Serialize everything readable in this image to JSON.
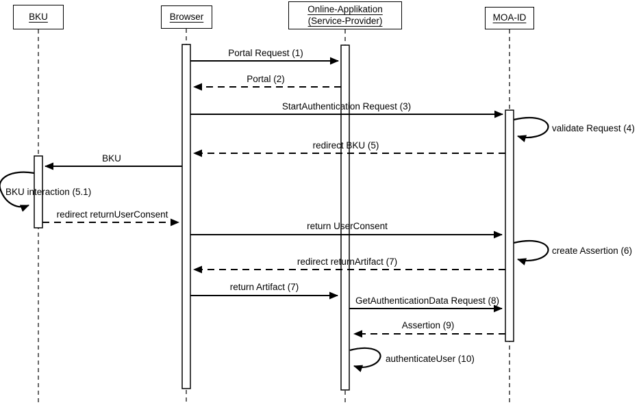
{
  "diagram_type": "uml-sequence-diagram",
  "colors": {
    "line": "#000000",
    "background": "#ffffff",
    "text": "#000000"
  },
  "actors": [
    {
      "label": "BKU"
    },
    {
      "label": "Browser"
    },
    {
      "label": "Online-Applikation (Service-Provider)"
    },
    {
      "label": "MOA-ID"
    }
  ],
  "messages": [
    {
      "label": "Portal Request (1)",
      "from": "Browser",
      "to": "Online-Applikation (Service-Provider)",
      "style": "solid"
    },
    {
      "label": "Portal (2)",
      "from": "Online-Applikation (Service-Provider)",
      "to": "Browser",
      "style": "dashed"
    },
    {
      "label": "StartAuthentication Request (3)",
      "from": "Browser",
      "to": "MOA-ID",
      "style": "solid"
    },
    {
      "label": "validate Request (4)",
      "from": "MOA-ID",
      "to": "MOA-ID",
      "style": "self"
    },
    {
      "label": "redirect BKU (5)",
      "from": "MOA-ID",
      "to": "Browser",
      "style": "dashed"
    },
    {
      "label": "BKU",
      "from": "Browser",
      "to": "BKU",
      "style": "solid"
    },
    {
      "label": "BKU interaction (5.1)",
      "from": "BKU",
      "to": "BKU",
      "style": "self"
    },
    {
      "label": "redirect returnUserConsent",
      "from": "BKU",
      "to": "Browser",
      "style": "dashed"
    },
    {
      "label": "return UserConsent",
      "from": "Browser",
      "to": "MOA-ID",
      "style": "solid"
    },
    {
      "label": "create Assertion (6)",
      "from": "MOA-ID",
      "to": "MOA-ID",
      "style": "self"
    },
    {
      "label": "redirect returnArtifact (7)",
      "from": "MOA-ID",
      "to": "Browser",
      "style": "dashed"
    },
    {
      "label": "return Artifact (7)",
      "from": "Browser",
      "to": "Online-Applikation (Service-Provider)",
      "style": "solid"
    },
    {
      "label": "GetAuthenticationData Request (8)",
      "from": "Online-Applikation (Service-Provider)",
      "to": "MOA-ID",
      "style": "solid"
    },
    {
      "label": "Assertion (9)",
      "from": "MOA-ID",
      "to": "Online-Applikation (Service-Provider)",
      "style": "dashed"
    },
    {
      "label": "authenticateUser (10)",
      "from": "Online-Applikation (Service-Provider)",
      "to": "Online-Applikation (Service-Provider)",
      "style": "self"
    }
  ]
}
